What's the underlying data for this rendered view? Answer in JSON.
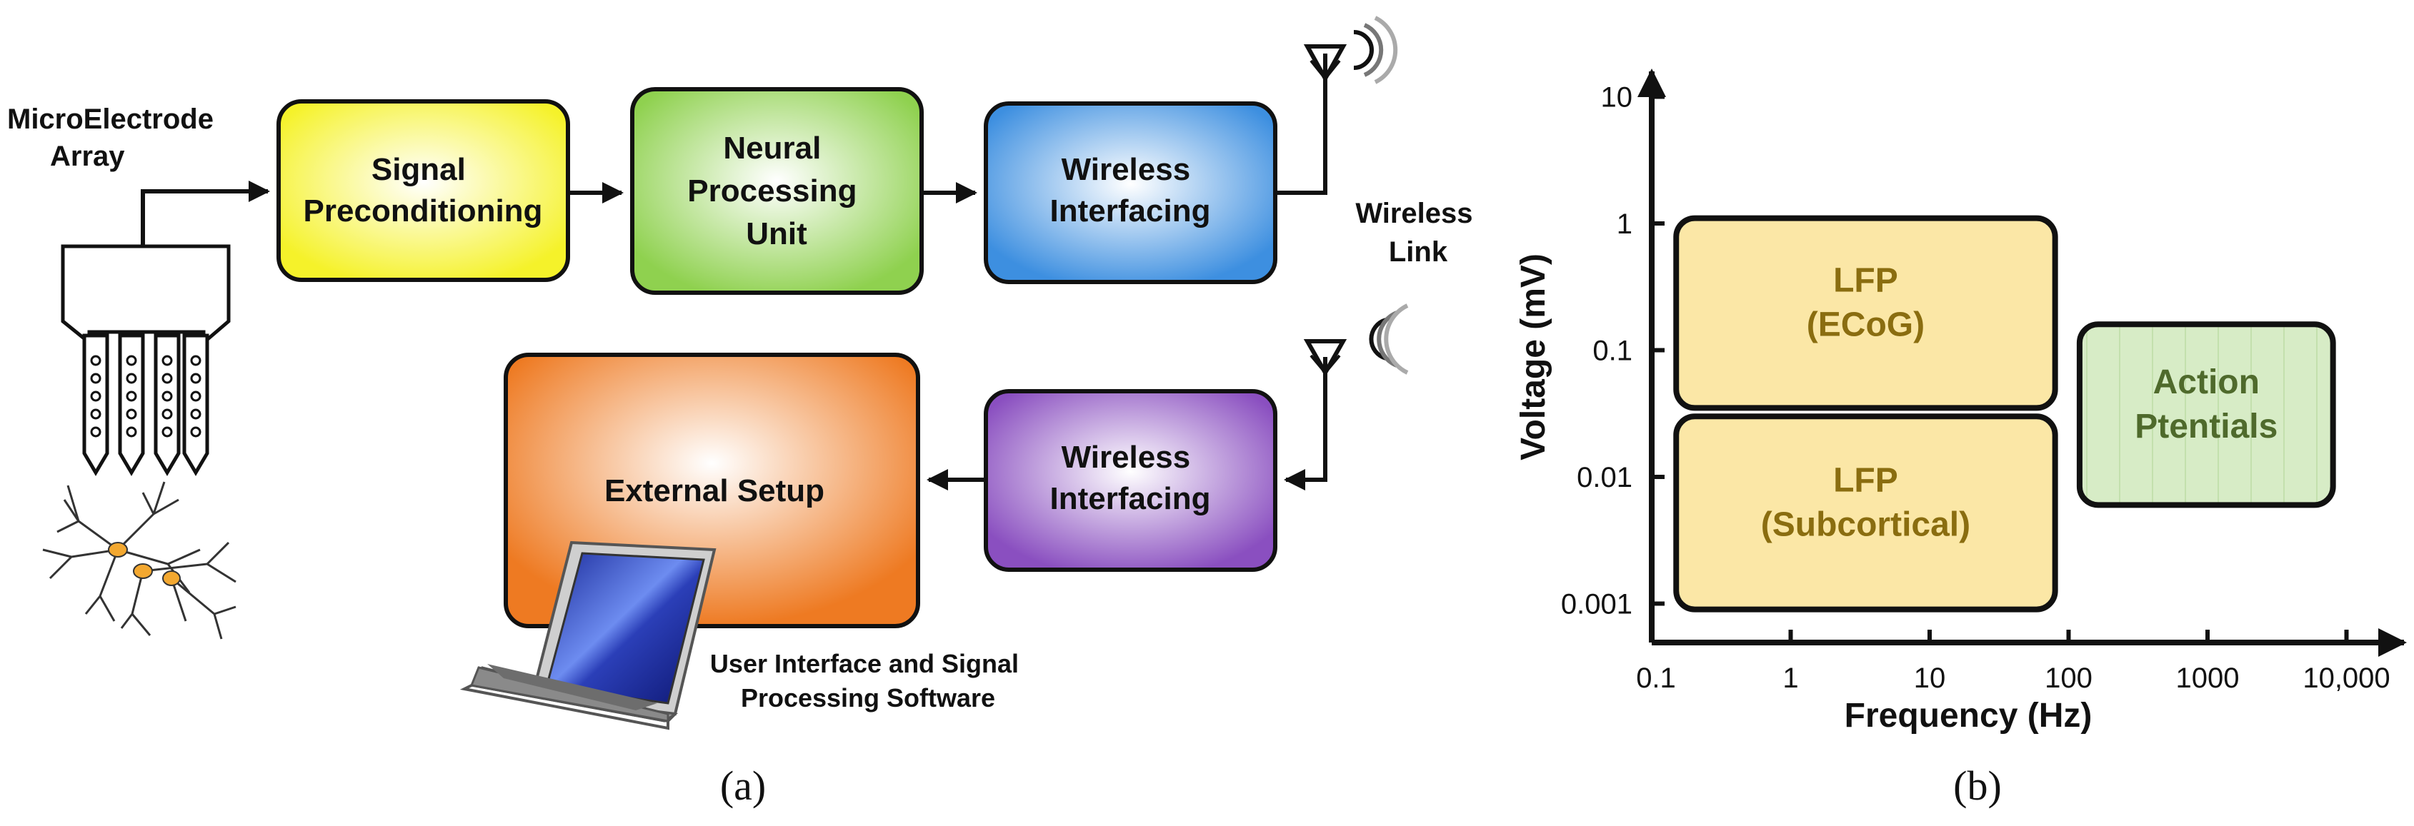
{
  "panel_a": {
    "electrode_label": [
      "MicroElectrode",
      "Array"
    ],
    "blocks": {
      "signal_preconditioning": [
        "Signal",
        "Preconditioning"
      ],
      "neural_processing_unit": [
        "Neural",
        "Processing",
        "Unit"
      ],
      "wireless_interfacing_tx": [
        "Wireless",
        "Interfacing"
      ],
      "wireless_interfacing_rx": [
        "Wireless",
        "Interfacing"
      ],
      "external_setup": [
        "External Setup"
      ]
    },
    "wireless_link_label": [
      "Wireless",
      "Link"
    ],
    "laptop_label": [
      "User Interface and Signal",
      "Processing Software"
    ],
    "caption": "(a)",
    "colors": {
      "signal_preconditioning": "#f5f22a",
      "neural_processing_unit": "#8fd14f",
      "wireless_interfacing_tx": "#3d8fe0",
      "wireless_interfacing_rx": "#8a4fc0",
      "external_setup": "#ee7a22"
    }
  },
  "panel_b": {
    "caption": "(b)",
    "chart_data": {
      "type": "region",
      "xlabel": "Frequency (Hz)",
      "ylabel": "Voltage (mV)",
      "x_scale": "log",
      "y_scale": "log",
      "x_ticks": [
        "0.1",
        "1",
        "10",
        "100",
        "1000",
        "10,000"
      ],
      "x_tick_values": [
        0.1,
        1,
        10,
        100,
        1000,
        10000
      ],
      "y_ticks": [
        "10",
        "1",
        "0.1",
        "0.01",
        "0.001"
      ],
      "y_tick_values": [
        10,
        1,
        0.1,
        0.01,
        0.001
      ],
      "regions": [
        {
          "label": [
            "LFP",
            "(ECoG)"
          ],
          "x": [
            0.15,
            80
          ],
          "y": [
            0.035,
            1.1
          ],
          "color": "#fbe7a6",
          "text_color": "#8a6d10"
        },
        {
          "label": [
            "LFP",
            "(Subcortical)"
          ],
          "x": [
            0.15,
            80
          ],
          "y": [
            0.0009,
            0.03
          ],
          "color": "#fbe7a6",
          "text_color": "#8a6d10"
        },
        {
          "label": [
            "Action",
            "Ptentials"
          ],
          "x": [
            120,
            8000
          ],
          "y": [
            0.006,
            0.16
          ],
          "color": "#d7ecc6",
          "text_color": "#4f6a2c"
        }
      ]
    }
  }
}
